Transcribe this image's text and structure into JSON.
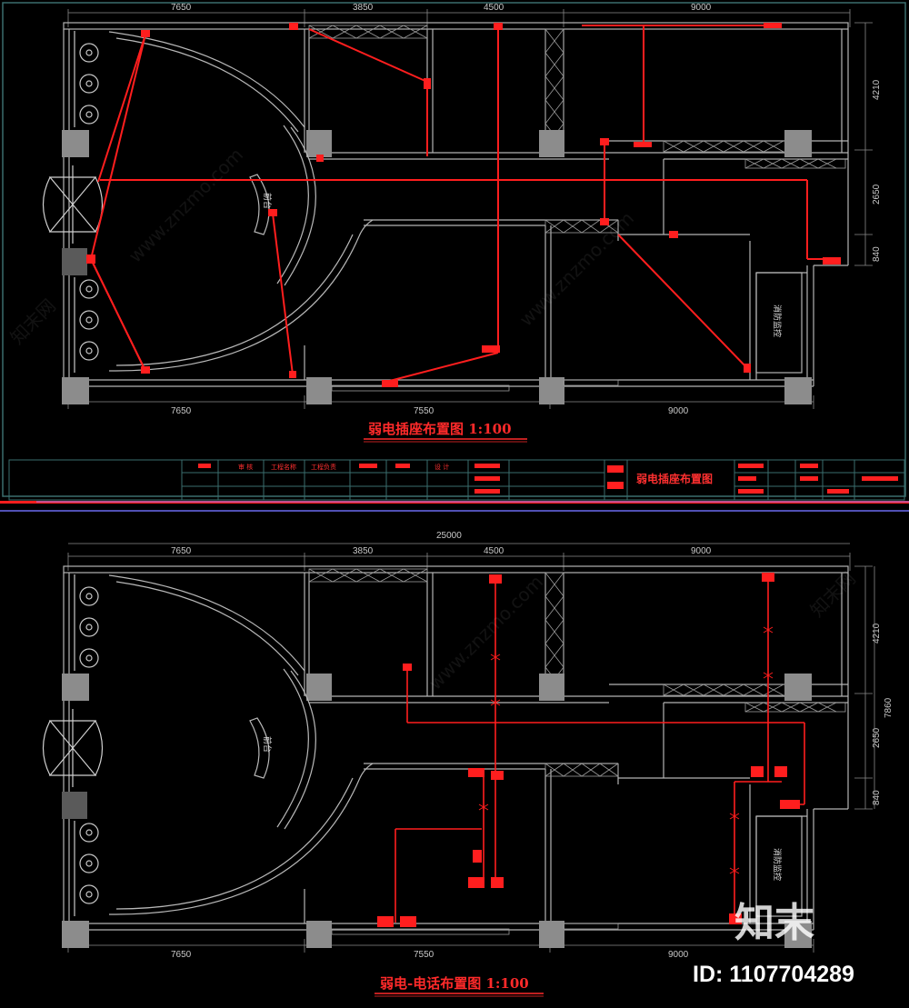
{
  "plan_top": {
    "title": "弱电插座布置图  1:100",
    "dims_top": [
      "7650",
      "3850",
      "4500",
      "9000"
    ],
    "dims_bottom": [
      "7650",
      "7550",
      "9000"
    ],
    "dims_right": [
      "4210",
      "2650",
      "840"
    ],
    "room_label": "前台",
    "room_label_right": "消防监控"
  },
  "plan_bottom": {
    "title": "弱电-电话布置图  1:100",
    "dims_top": [
      "7650",
      "3850",
      "4500",
      "9000"
    ],
    "dim_total": "25000",
    "dims_bottom": [
      "7650",
      "7550",
      "9000"
    ],
    "dims_right": [
      "4210",
      "2650",
      "840"
    ],
    "dim_right_total": "7860",
    "room_label": "前台",
    "room_label_right": "消防监控"
  },
  "title_block": {
    "drawing_name": "弱电插座布置图",
    "cells": [
      "审 核",
      "工程名称",
      "工程负责",
      "设 计"
    ]
  },
  "watermark": {
    "brand": "知末",
    "id": "ID: 1107704289",
    "site": "www.znzmo.com",
    "site_cn": "知末网"
  },
  "colors": {
    "background": "#000000",
    "wall": "#b4b4b4",
    "wiring": "#ff1e1e",
    "frame": "#3a6e6e"
  }
}
